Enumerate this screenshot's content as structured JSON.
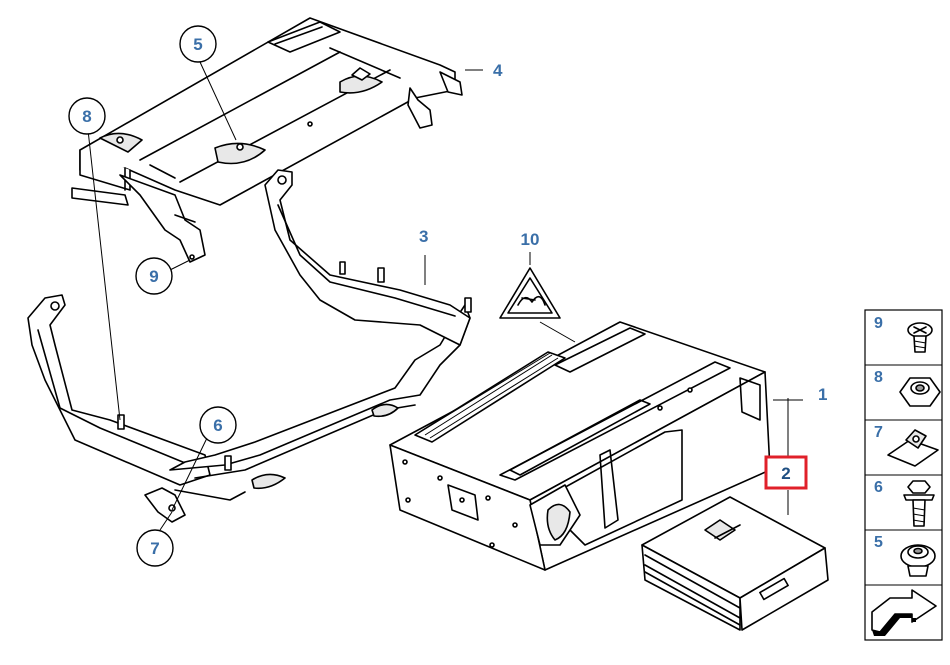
{
  "diagram": {
    "callouts": [
      {
        "id": "c1",
        "label": "1"
      },
      {
        "id": "c2",
        "label": "2"
      },
      {
        "id": "c3",
        "label": "3"
      },
      {
        "id": "c4",
        "label": "4"
      },
      {
        "id": "c5",
        "label": "5"
      },
      {
        "id": "c6",
        "label": "6"
      },
      {
        "id": "c7",
        "label": "7"
      },
      {
        "id": "c8",
        "label": "8"
      },
      {
        "id": "c9",
        "label": "9"
      },
      {
        "id": "c10",
        "label": "10"
      }
    ],
    "highlight_color": "#e0202a",
    "label_color": "#3a6fa8",
    "parts_list": [
      {
        "label": "9",
        "icon": "screw-icon"
      },
      {
        "label": "8",
        "icon": "hex-nut-icon"
      },
      {
        "label": "7",
        "icon": "clip-nut-icon"
      },
      {
        "label": "6",
        "icon": "bolt-icon"
      },
      {
        "label": "5",
        "icon": "grommet-icon"
      },
      {
        "label": "",
        "icon": "arrow-next-icon"
      }
    ]
  }
}
